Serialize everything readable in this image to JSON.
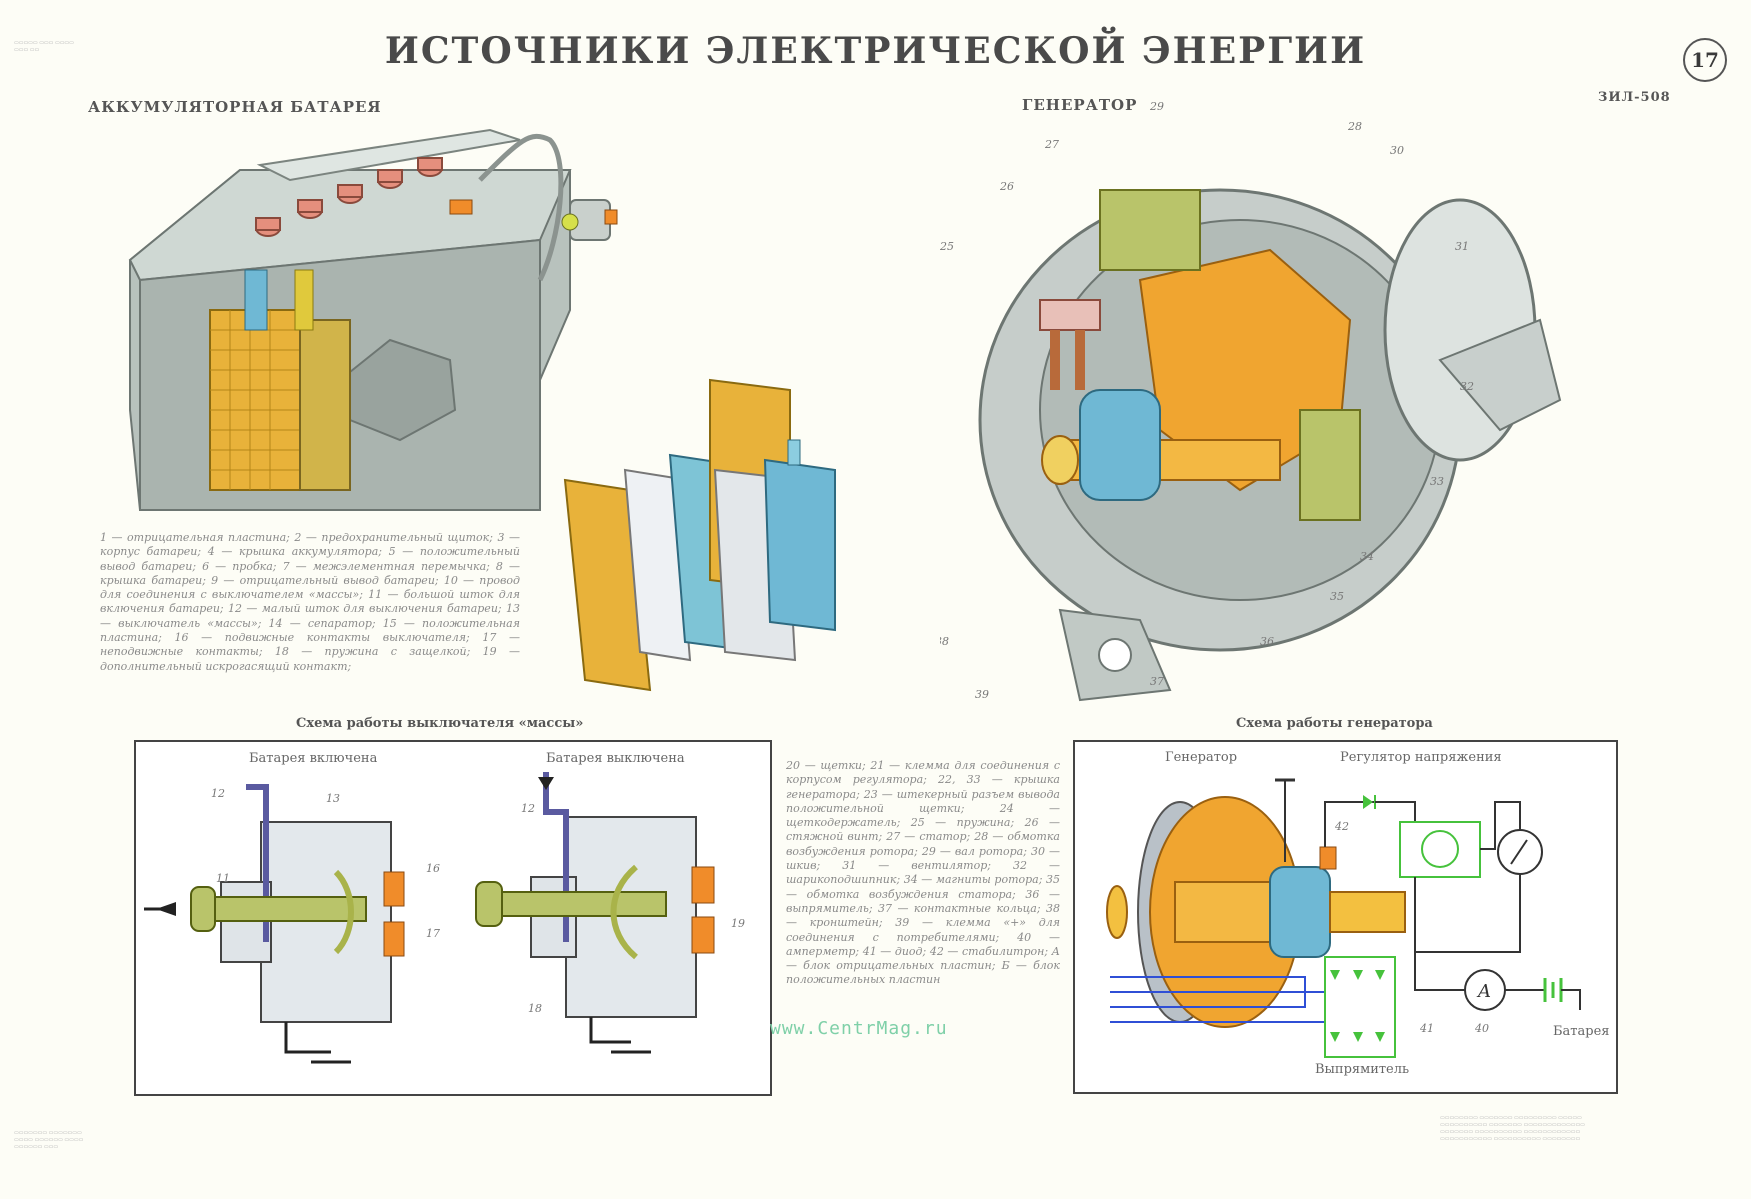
{
  "title": "ИСТОЧНИКИ ЭЛЕКТРИЧЕСКОЙ ЭНЕРГИИ",
  "page_number": "17",
  "battery_section": {
    "heading": "АККУМУЛЯТОРНАЯ БАТАРЕЯ",
    "legend": "1 — отрицательная пластина; 2 — предохранительный щиток; 3 — корпус батареи; 4 — крышка аккумулятора; 5 — положительный вывод батареи; 6 — пробка; 7 — межэлементная перемычка; 8 — крышка батареи; 9 — отрицательный вывод батареи; 10 — провод для соединения с выключателем «массы»; 11 — большой шток для включения батареи; 12 — малый шток для выключения батареи; 13 — выключатель «массы»; 14 — сепаратор; 15 — положительная пластина; 16 — подвижные контакты выключателя; 17 — неподвижные контакты; 18 — пружина с защелкой; 19 — дополнительный искрогасящий контакт;"
  },
  "generator_section": {
    "heading": "ГЕНЕРАТОР",
    "model": "ЗИЛ-508",
    "legend": "20 — щетки; 21 — клемма для соединения с корпусом регулятора; 22, 33 — крышка генератора; 23 — штекерный разъем вывода положительной щетки; 24 — щеткодержатель; 25 — пружина; 26 — стяжной винт; 27 — статор; 28 — обмотка возбуждения ротора; 29 — вал ротора; 30 — шкив; 31 — вентилятор; 32 — шарикоподшипник; 34 — магниты ротора; 35 — обмотка возбуждения статора; 36 — выпрямитель; 37 — контактные кольца; 38 — кронштейн; 39 — клемма «+» для соединения с потребителями; 40 — амперметр; 41 — диод; 42 — стабилитрон; А — блок отрицательных пластин; Б — блок положительных пластин"
  },
  "switch_scheme": {
    "heading": "Схема работы выключателя «массы»",
    "left_caption": "Батарея включена",
    "right_caption": "Батарея выключена"
  },
  "generator_scheme": {
    "heading": "Схема работы генератора",
    "generator_label": "Генератор",
    "regulator_label": "Регулятор напряжения",
    "rectifier_label": "Выпрямитель",
    "battery_label": "Батарея",
    "ammeter_symbol": "A"
  },
  "watermark": "www.CentrMag.ru",
  "colors": {
    "copper": "#e8b23a",
    "lead": "#d9a534",
    "steel": "#a9b3ae",
    "blue": "#6fb8d4",
    "orange": "#f0a530",
    "green": "#b9c46a",
    "diode_green": "#46c23c",
    "wire_blue": "#2f4fd6"
  }
}
